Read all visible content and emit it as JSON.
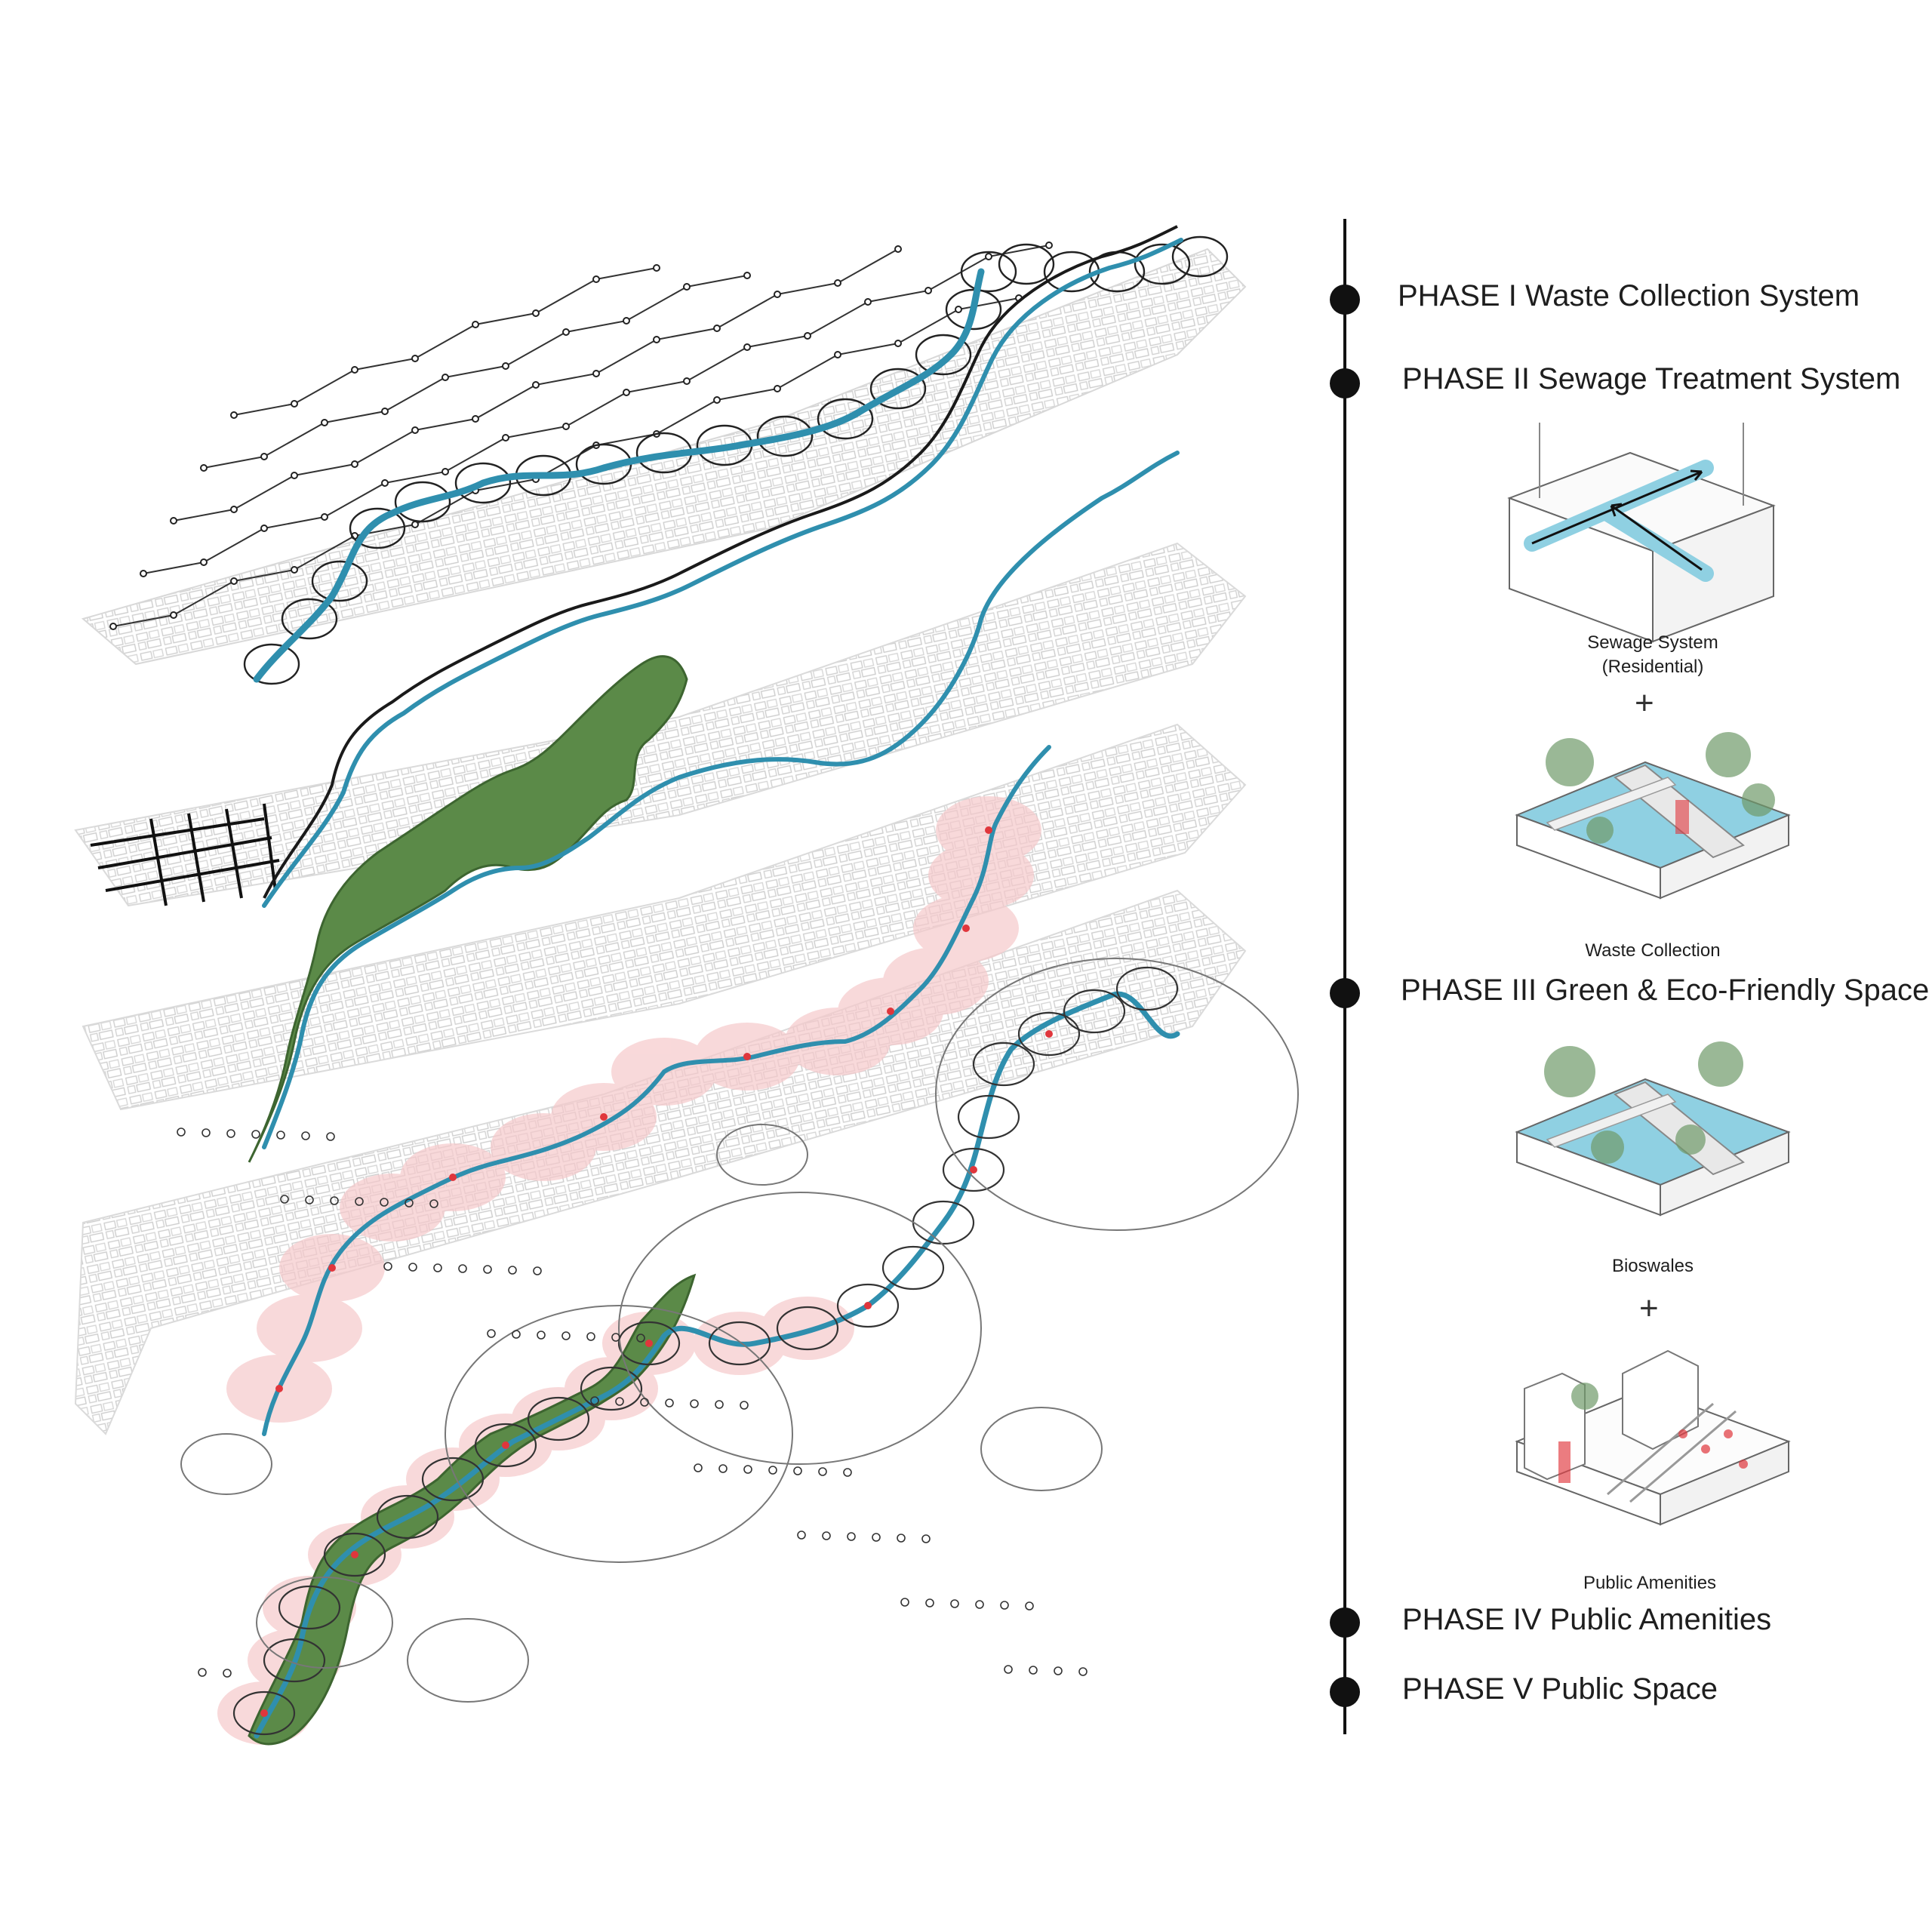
{
  "phases": [
    {
      "label": "PHASE I Waste Collection System"
    },
    {
      "label": "PHASE II Sewage Treatment System"
    },
    {
      "label": "PHASE III Green & Eco-Friendly Space"
    },
    {
      "label": "PHASE IV Public Amenities"
    },
    {
      "label": "PHASE V Public Space"
    }
  ],
  "systems": {
    "sewage": {
      "line1": "Sewage System",
      "line2": "(Residential)"
    },
    "waste": "Waste Collection",
    "bioswales": "Bioswales",
    "amenities": "Public Amenities"
  },
  "plus_sign": "+",
  "colors": {
    "river": "#2f8fae",
    "green_space": "#5b8a48",
    "buffer_pink": "#f6c9cb",
    "amenity_red": "#e0363c",
    "pipe_blue": "#8fd0e2",
    "streets": "#c9c9c9",
    "timeline": "#111111"
  }
}
